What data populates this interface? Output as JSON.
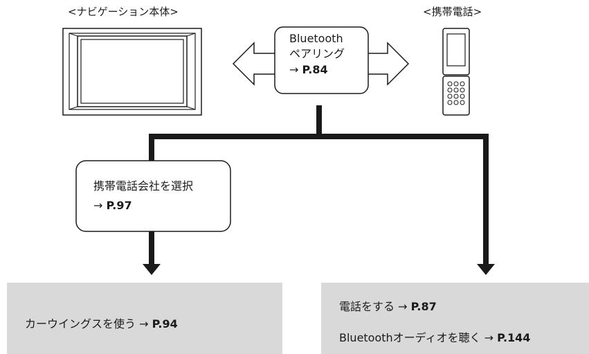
{
  "navi_label": "<ナビゲーション本体>",
  "phone_label": "<携帯電話>",
  "pairing": {
    "line1": "Bluetooth",
    "line2": "ペアリング",
    "arrow": "→",
    "ref": "P.84"
  },
  "carrier": {
    "line1": "携帯電話会社を選択",
    "arrow": "→",
    "ref": "P.97"
  },
  "left_result": {
    "text": "カーウイングスを使う",
    "arrow": "→",
    "ref": "P.94"
  },
  "right_result": {
    "line1_text": "電話をする",
    "line1_arrow": "→",
    "line1_ref": "P.87",
    "line2_text": "Bluetoothオーディオを聴く",
    "line2_arrow": "→",
    "line2_ref": "P.144"
  }
}
